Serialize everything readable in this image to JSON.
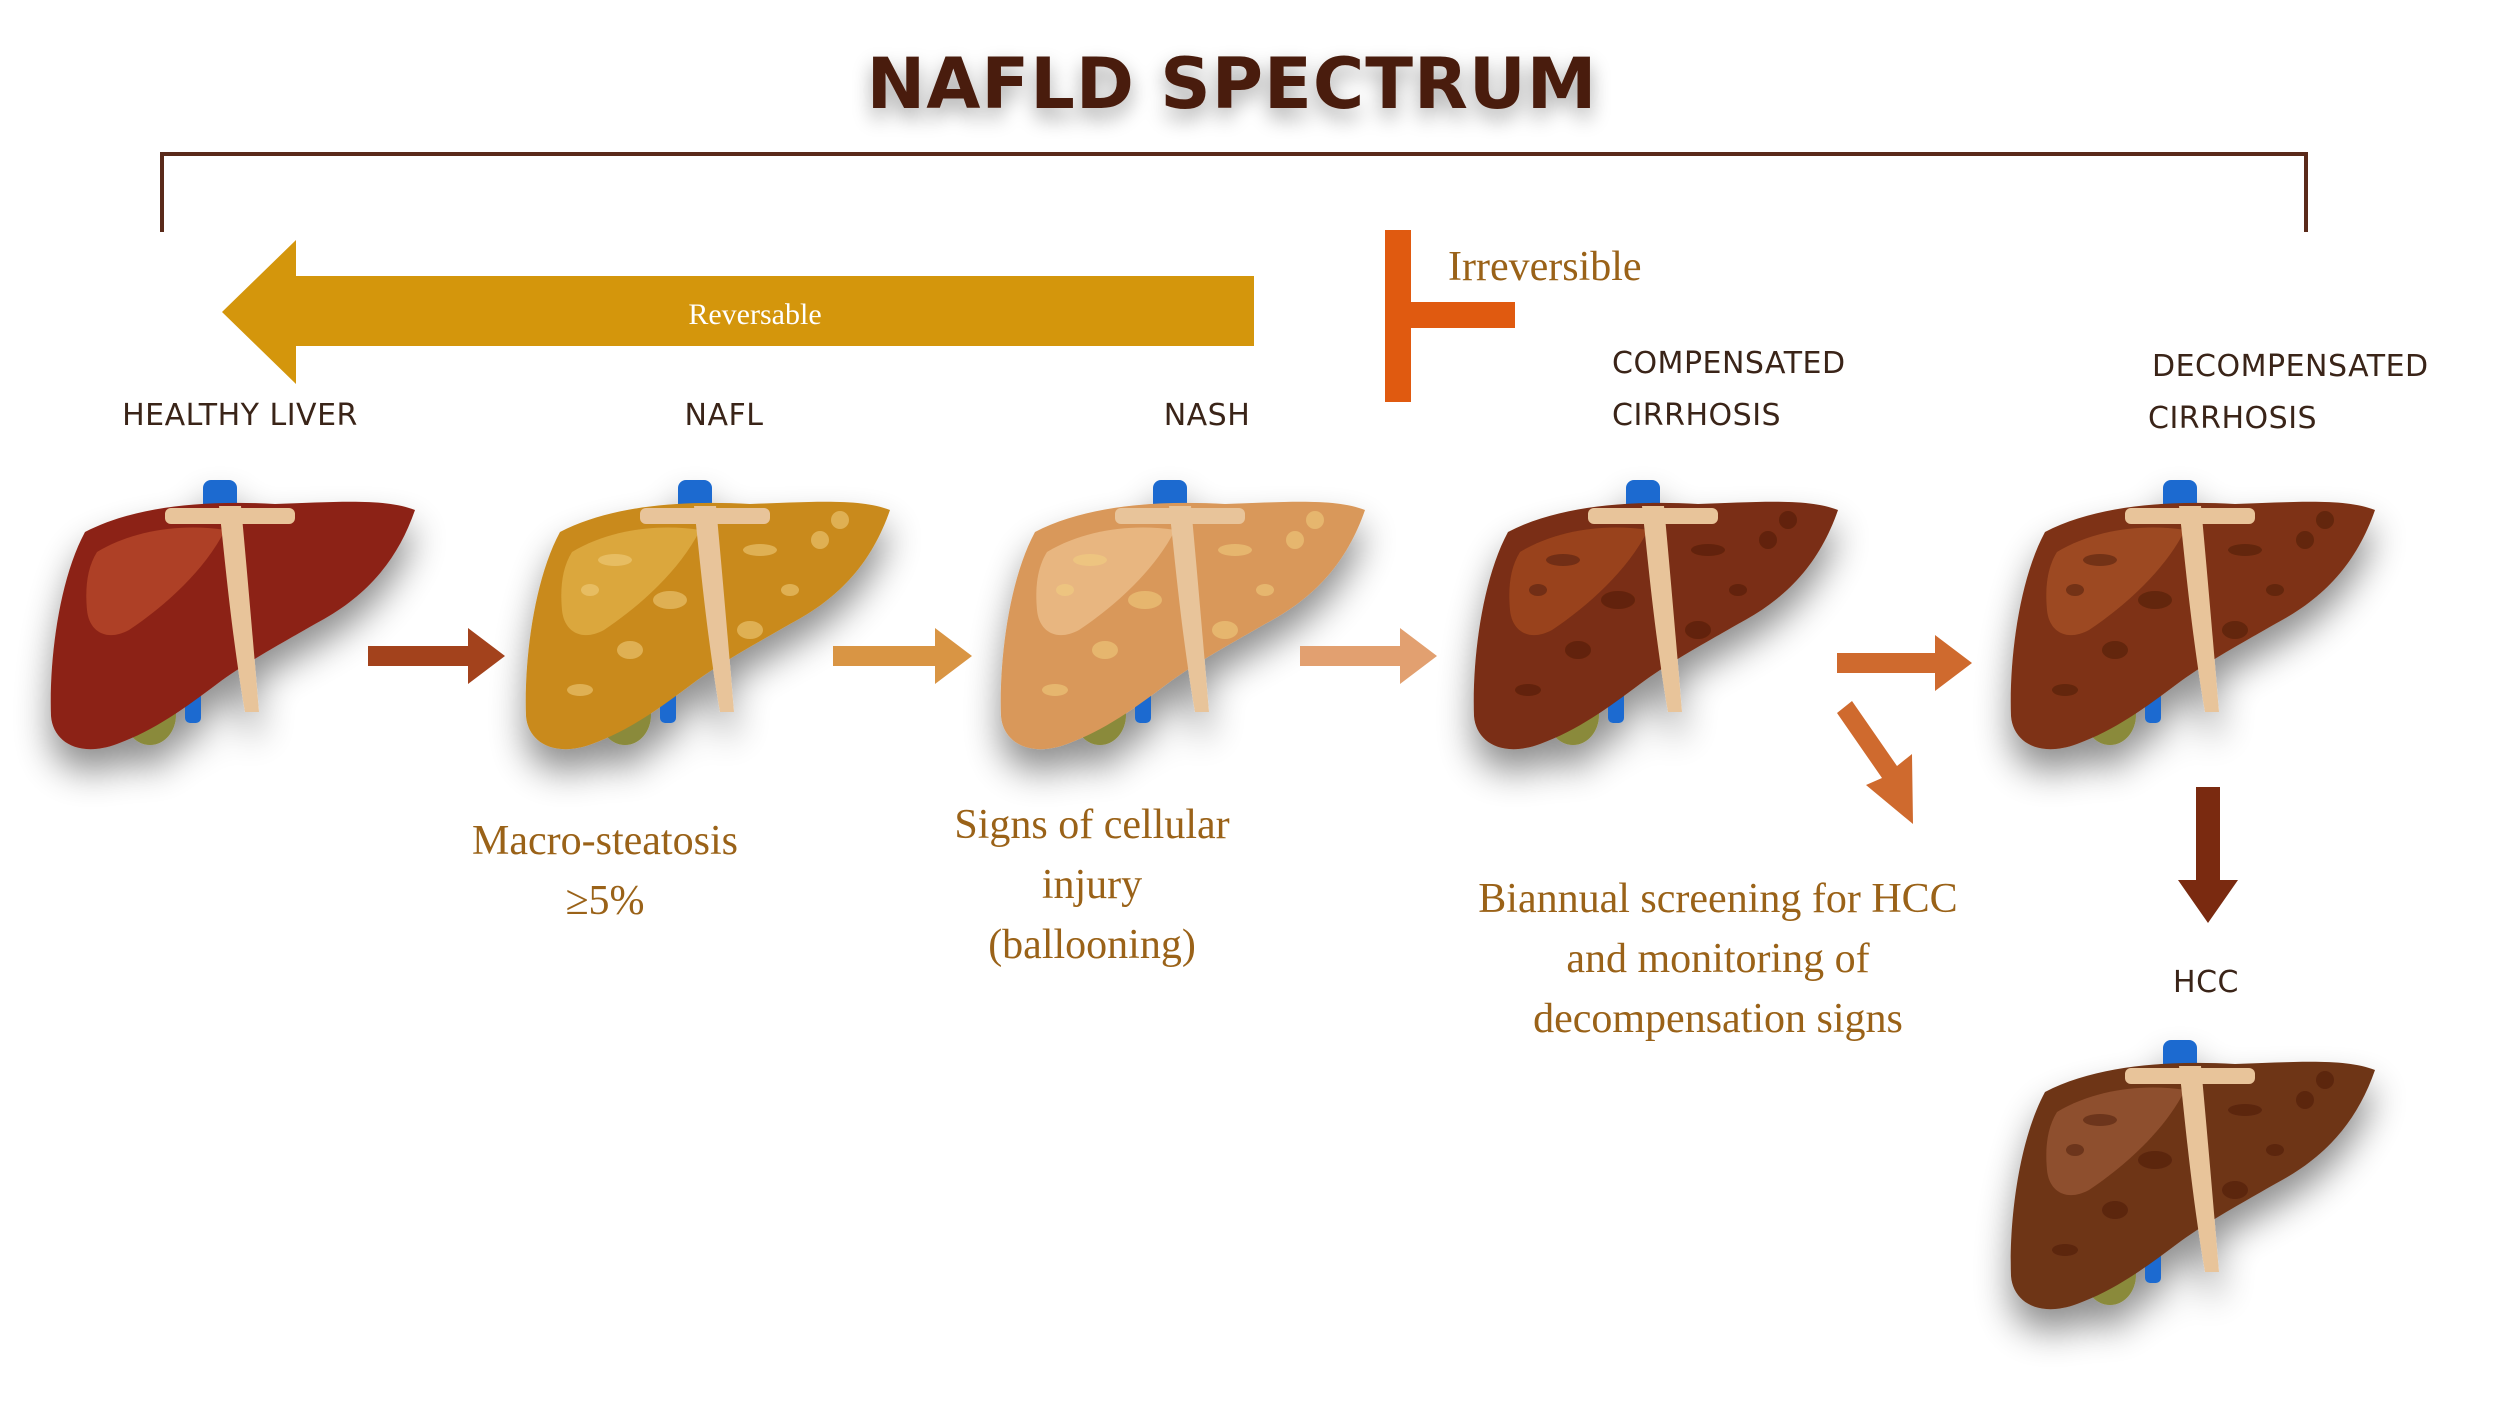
{
  "title": "NAFLD SPECTRUM",
  "reversible_label": "Reversable",
  "irreversible_label": "Irreversible",
  "stages": [
    {
      "id": "healthy",
      "label_lines": [
        "HEALTHY LIVER"
      ],
      "tone": "#8c2414",
      "tone_light": "#b94a2c"
    },
    {
      "id": "nafl",
      "label_lines": [
        "NAFL"
      ],
      "tone": "#c98a1e",
      "tone_light": "#e0b04a"
    },
    {
      "id": "nash",
      "label_lines": [
        "NASH"
      ],
      "tone": "#d9985a",
      "tone_light": "#ecc08e"
    },
    {
      "id": "compensated",
      "label_lines": [
        "COMPENSATED",
        "CIRRHOSIS"
      ],
      "tone": "#7a2e12",
      "tone_light": "#a44a20"
    },
    {
      "id": "decompensated",
      "label_lines": [
        "DECOMPENSATED",
        "CIRRHOSIS"
      ],
      "tone": "#7e3314",
      "tone_light": "#a8522a"
    },
    {
      "id": "hcc",
      "label_lines": [
        "HCC"
      ],
      "tone": "#6e3418",
      "tone_light": "#9a5a34"
    }
  ],
  "notes": {
    "nafl": [
      "Macro-steatosis",
      "≥5%"
    ],
    "nash": [
      "Signs of cellular",
      "injury",
      "(ballooning)"
    ],
    "cirrhosis": [
      "Biannual screening for HCC",
      "and monitoring of",
      "decompensation signs"
    ]
  },
  "colors": {
    "title": "#4a1e0e",
    "bracket": "#5a2a1a",
    "reversible_arrow": "#d4960c",
    "irreversible": "#e05a10",
    "label": "#3a2418",
    "note": "#9a6218",
    "arrow1": "#a3421c",
    "arrow2": "#d99544",
    "arrow3": "#e2a070",
    "arrow4": "#cf6a2e",
    "arrow_down": "#7a2a10",
    "lobe_divider": "#e8c49a",
    "vessel_blue": "#1a6ad0",
    "gallbladder": "#8a8a3a"
  }
}
